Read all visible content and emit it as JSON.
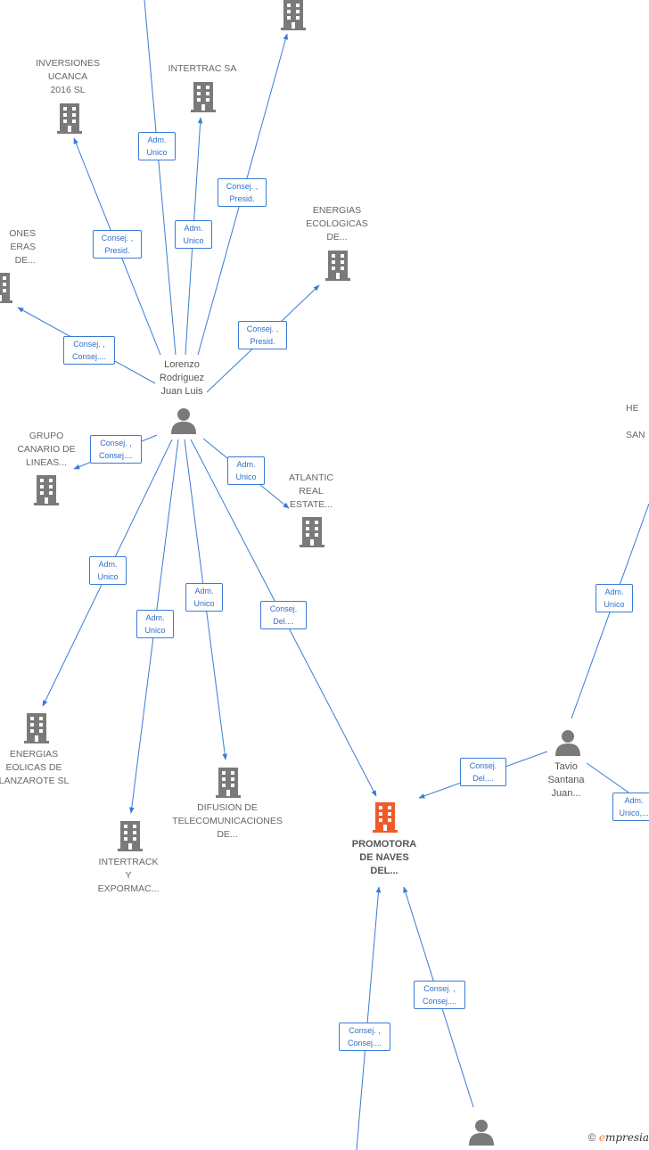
{
  "colors": {
    "edge": "#3a7bd5",
    "building": "#7a7a7a",
    "building_main": "#f05a28",
    "person": "#7a7a7a"
  },
  "companies": [
    {
      "id": "inversiones",
      "label": "INVERSIONES\nUCANCA\n2016  SL"
    },
    {
      "id": "intertrac",
      "label": "INTERTRAC SA"
    },
    {
      "id": "energias-ecologicas",
      "label": "ENERGIAS\nECOLOGICAS\nDE..."
    },
    {
      "id": "left-cut",
      "label": "ONES\nERAS\nDE..."
    },
    {
      "id": "grupo-canario",
      "label": "GRUPO\nCANARIO DE\nLINEAS..."
    },
    {
      "id": "atlantic",
      "label": "ATLANTIC\nREAL\nESTATE..."
    },
    {
      "id": "energias-eolicas",
      "label": "ENERGIAS\nEOLICAS DE\nLANZAROTE SL"
    },
    {
      "id": "difusion",
      "label": "DIFUSION DE\nTELECOMUNICACIONES\nDE..."
    },
    {
      "id": "intertrack",
      "label": "INTERTRACK\nY\nEXPORMAC..."
    },
    {
      "id": "promotora",
      "label": "PROMOTORA\nDE NAVES\nDEL..."
    },
    {
      "id": "right-cut",
      "label": "HE\n\nSAN"
    }
  ],
  "persons": [
    {
      "id": "lorenzo",
      "label": "Lorenzo\nRodriguez\nJuan Luis"
    },
    {
      "id": "tavio",
      "label": "Tavio\nSantana\nJuan..."
    }
  ],
  "edges": [
    {
      "id": "e1",
      "label": "Adm.\nUnico"
    },
    {
      "id": "e2",
      "label": "Consej. ,\nPresid."
    },
    {
      "id": "e3",
      "label": "Adm.\nUnico"
    },
    {
      "id": "e4",
      "label": "Consej. ,\nPresid."
    },
    {
      "id": "e5",
      "label": "Consej. ,\nPresid."
    },
    {
      "id": "e6",
      "label": "Consej. ,\nConsej...."
    },
    {
      "id": "e7",
      "label": "Consej. ,\nConsej...."
    },
    {
      "id": "e8",
      "label": "Adm.\nUnico"
    },
    {
      "id": "e9",
      "label": "Adm.\nUnico"
    },
    {
      "id": "e10",
      "label": "Adm.\nUnico"
    },
    {
      "id": "e11",
      "label": "Adm.\nUnico"
    },
    {
      "id": "e12",
      "label": "Consej.\nDel...."
    },
    {
      "id": "e13",
      "label": "Adm.\nUnico"
    },
    {
      "id": "e14",
      "label": "Consej.\nDel...."
    },
    {
      "id": "e15",
      "label": "Adm.\nUnico,..."
    },
    {
      "id": "e16",
      "label": "Consej. ,\nConsej...."
    },
    {
      "id": "e17",
      "label": "Consej. ,\nConsej...."
    }
  ],
  "brand": {
    "copyright": "©",
    "initial": "e",
    "rest": "mpresia"
  }
}
